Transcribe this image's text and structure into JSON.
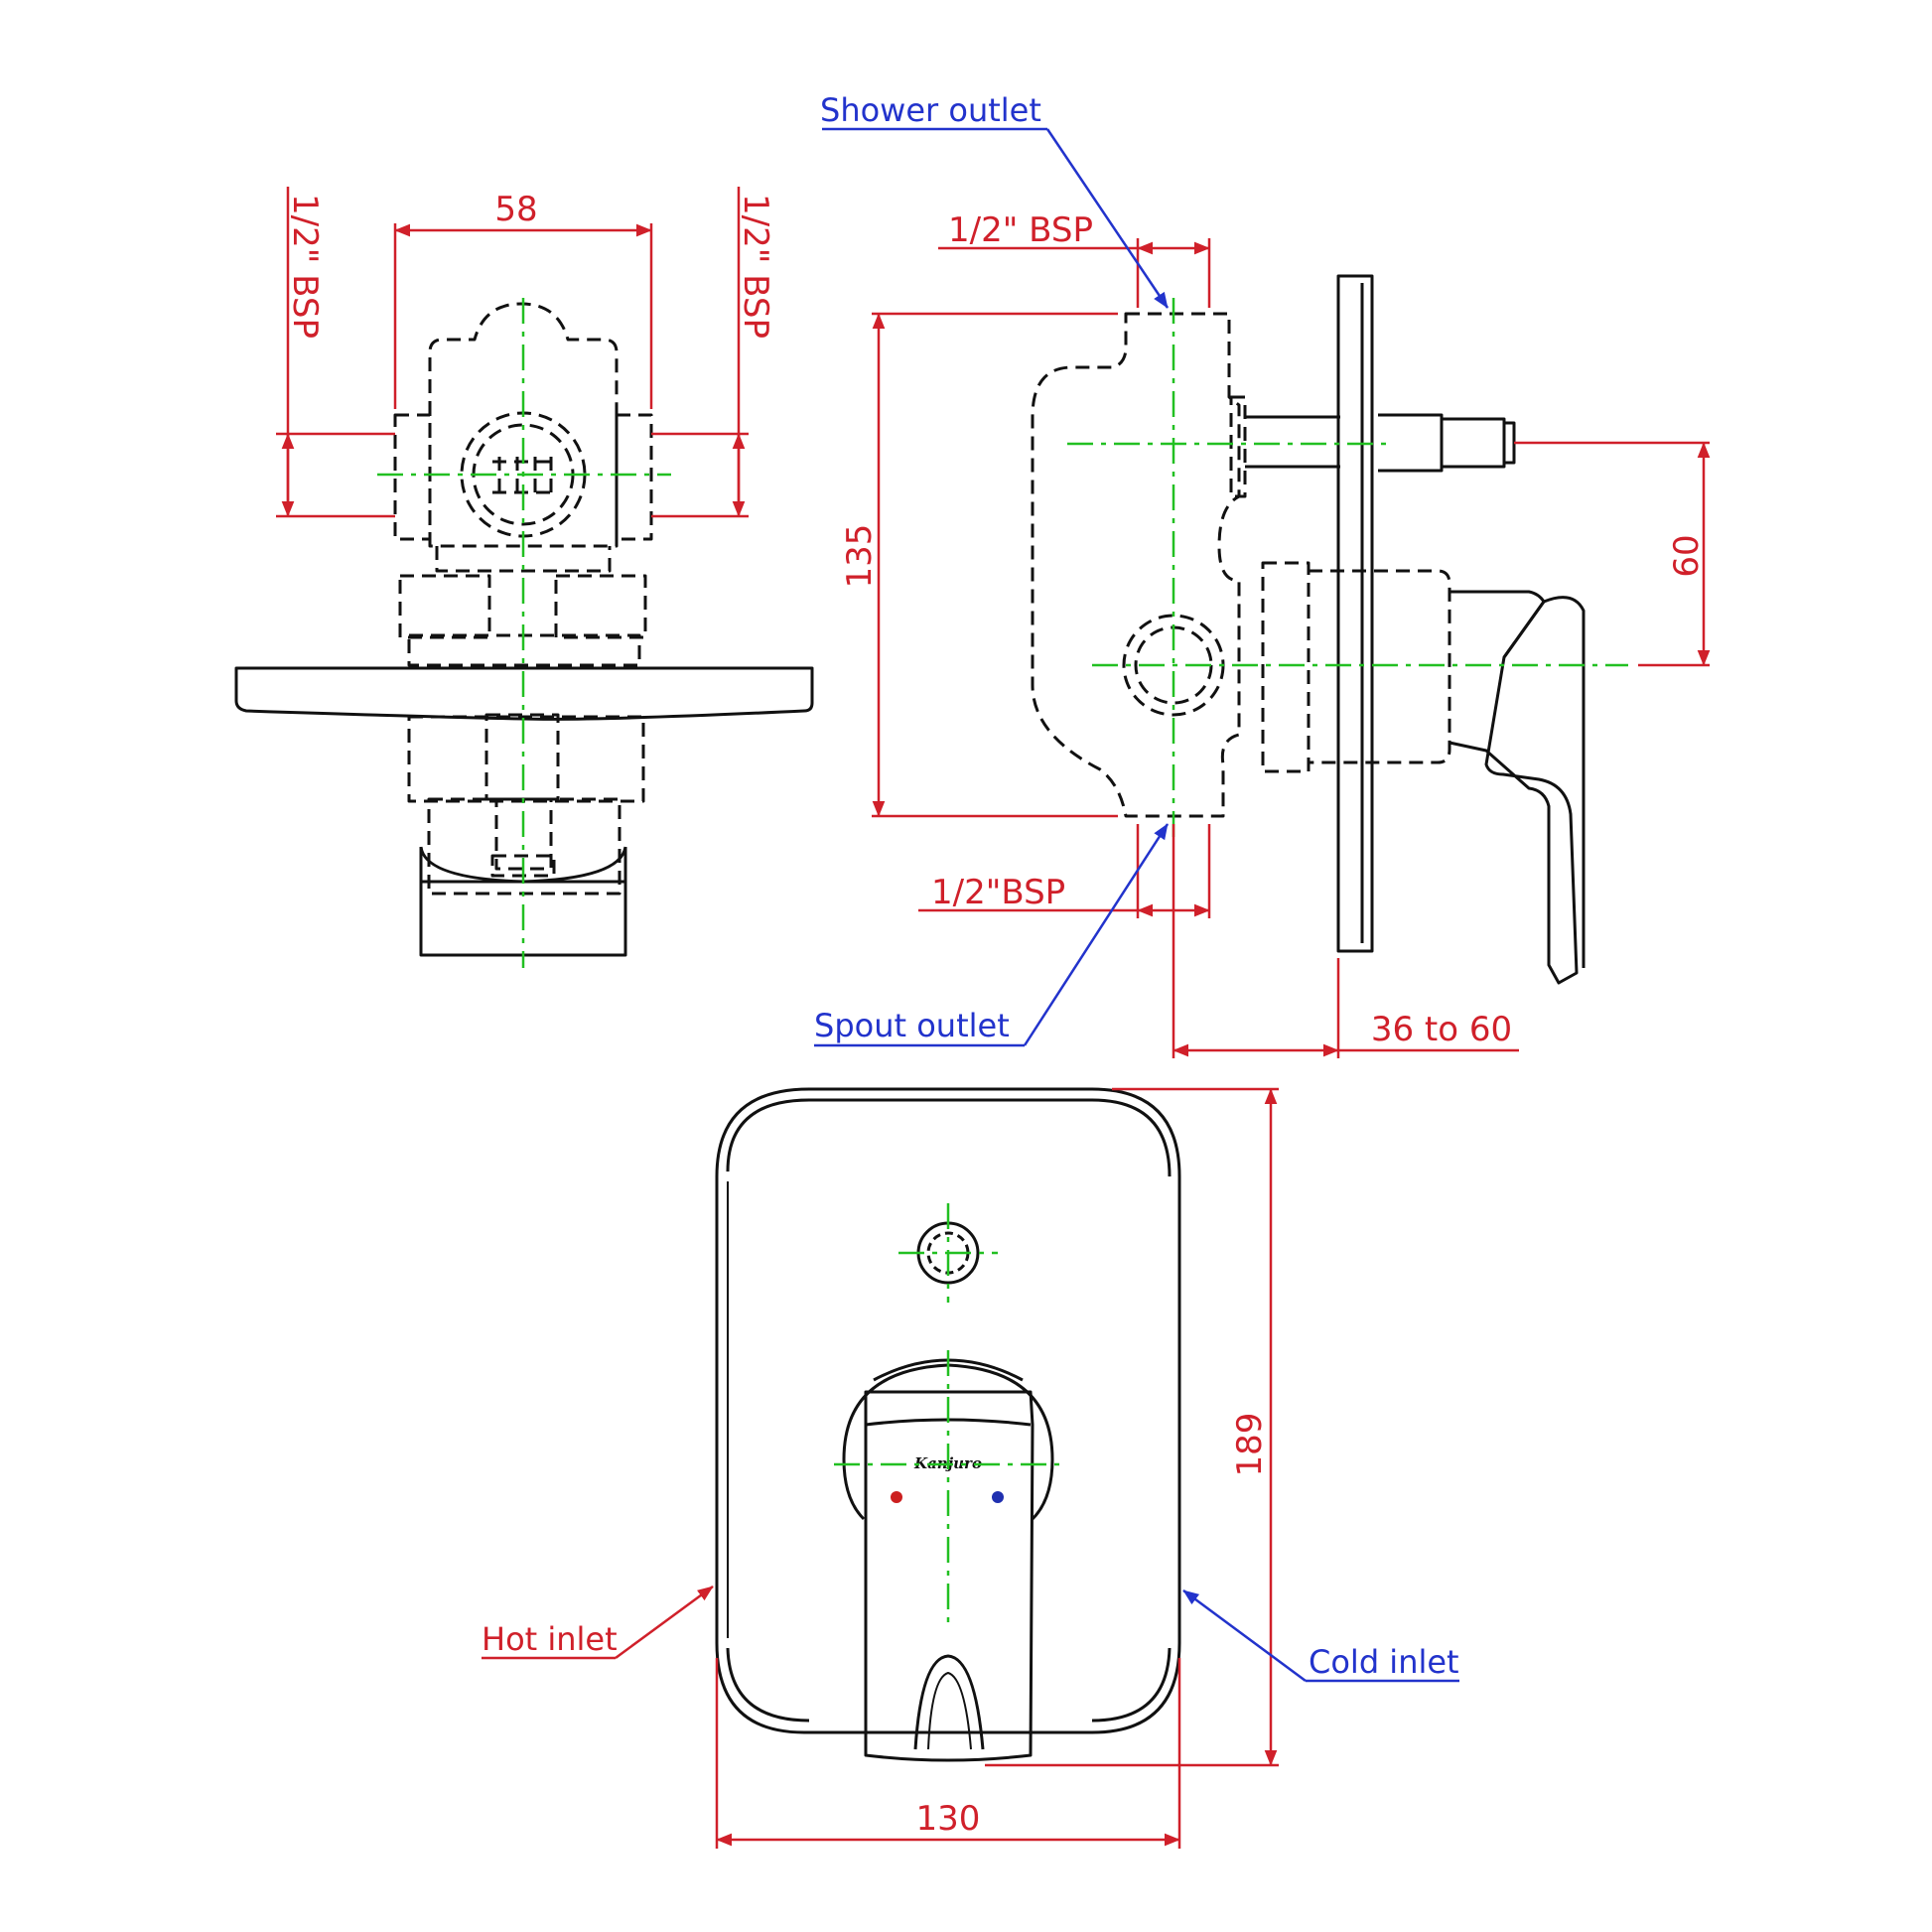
{
  "colors": {
    "outline": "#111111",
    "dimension": "#d0202a",
    "centerline": "#22c022",
    "leader_blue": "#2233cc",
    "hot_dot": "#cc2020",
    "cold_dot": "#2030b0"
  },
  "front_view": {
    "dim_width": "58",
    "dim_left_thread": "1/2\" BSP",
    "dim_right_thread": "1/2\" BSP"
  },
  "side_view": {
    "label_shower_outlet": "Shower outlet",
    "label_spout_outlet": "Spout outlet",
    "dim_top_thread": "1/2\" BSP",
    "dim_bottom_thread": "1/2\"BSP",
    "dim_height": "135",
    "dim_offset": "60",
    "dim_depth": "36 to 60"
  },
  "plate_view": {
    "dim_width": "130",
    "dim_height": "189",
    "label_hot_inlet": "Hot inlet",
    "label_cold_inlet": "Cold inlet",
    "brand_mark": "Kanjuro"
  }
}
